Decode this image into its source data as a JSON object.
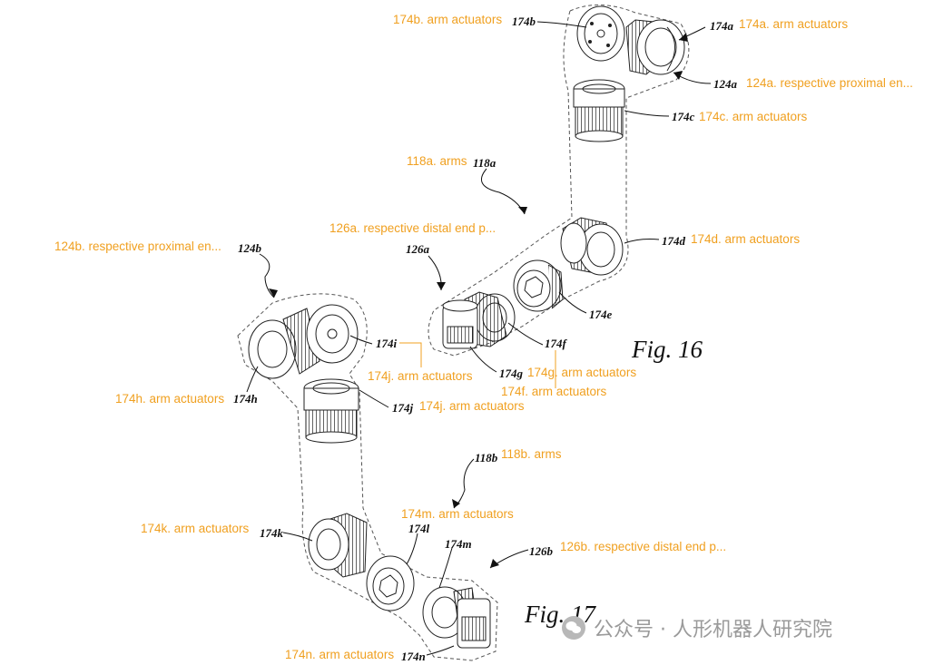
{
  "annotations": {
    "a174b": "174b. arm actuators",
    "a174a": "174a. arm actuators",
    "a124a": "124a. respective proximal en...",
    "a174c": "174c. arm actuators",
    "a118a": "118a. arms",
    "a126a": "126a. respective distal end p...",
    "a174d": "174d. arm actuators",
    "a124b": "124b. respective proximal en...",
    "a174j1": "174j. arm actuators",
    "a174g": "174g. arm actuators",
    "a174f": "174f. arm actuators",
    "a174h": "174h. arm actuators",
    "a174j2": "174j. arm actuators",
    "a118b": "118b. arms",
    "a174m": "174m. arm actuators",
    "a174k": "174k. arm actuators",
    "a126b": "126b. respective distal end p...",
    "a174n": "174n. arm actuators"
  },
  "refs": {
    "r174b": "174b",
    "r174a": "174a",
    "r124a": "124a",
    "r174c": "174c",
    "r118a": "118a",
    "r174d": "174d",
    "r126a": "126a",
    "r174e": "174e",
    "r174f": "174f",
    "r174g": "174g",
    "r124b": "124b",
    "r174i": "174i",
    "r174h": "174h",
    "r174j": "174j",
    "r118b": "118b",
    "r174l": "174l",
    "r174m": "174m",
    "r174k": "174k",
    "r126b": "126b",
    "r174n": "174n"
  },
  "figures": {
    "fig16": "Fig. 16",
    "fig17": "Fig. 17"
  },
  "watermark": {
    "text": "公众号 · 人形机器人研究院"
  }
}
